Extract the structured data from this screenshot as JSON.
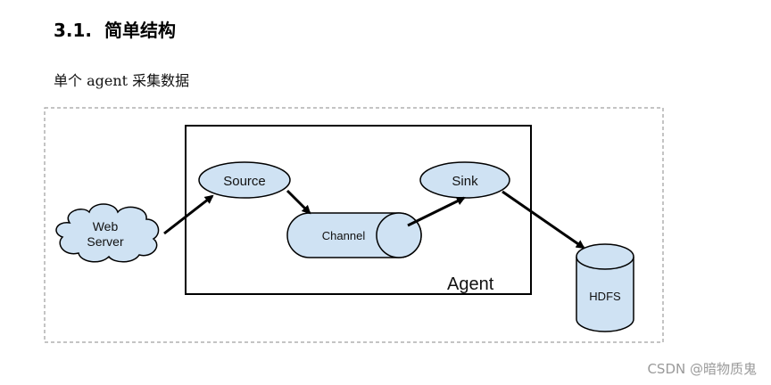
{
  "section": {
    "number": "3.1.",
    "title": "简单结构"
  },
  "subtitle": "单个 agent 采集数据",
  "diagram": {
    "nodes": {
      "web_server_line1": "Web",
      "web_server_line2": "Server",
      "source": "Source",
      "channel": "Channel",
      "sink": "Sink",
      "hdfs": "HDFS",
      "agent": "Agent"
    },
    "colors": {
      "node_fill": "#cfe2f3",
      "stroke": "#000000",
      "outer_border": "#888888"
    },
    "icons": [
      "cloud-icon",
      "cylinder-icon"
    ]
  },
  "watermark": "CSDN @暗物质鬼"
}
